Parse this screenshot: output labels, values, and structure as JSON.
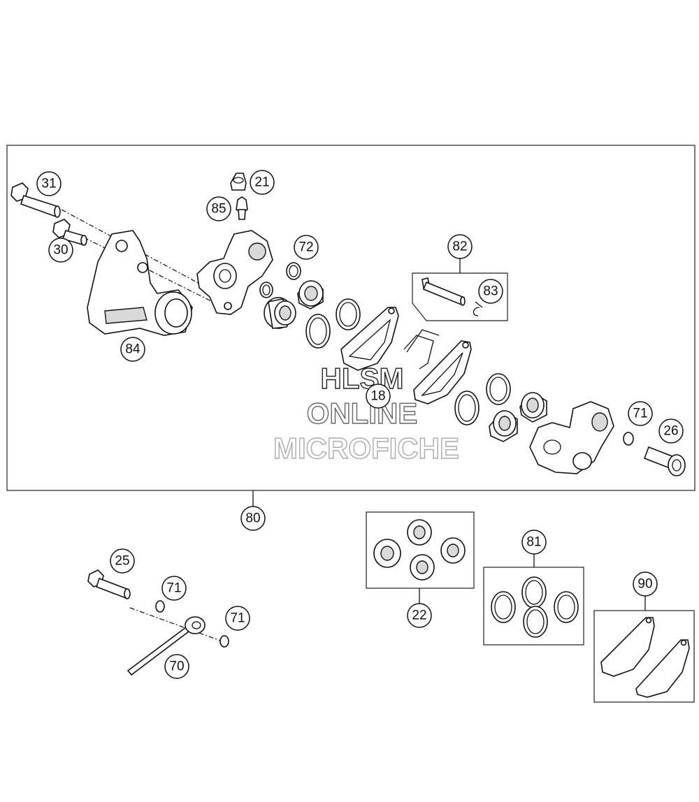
{
  "diagram": {
    "callouts": [
      {
        "id": "c31",
        "label": "31"
      },
      {
        "id": "c21",
        "label": "21"
      },
      {
        "id": "c85",
        "label": "85"
      },
      {
        "id": "c30",
        "label": "30"
      },
      {
        "id": "c72",
        "label": "72"
      },
      {
        "id": "c82",
        "label": "82"
      },
      {
        "id": "c83",
        "label": "83"
      },
      {
        "id": "c84",
        "label": "84"
      },
      {
        "id": "c18",
        "label": "18"
      },
      {
        "id": "c71a",
        "label": "71"
      },
      {
        "id": "c26",
        "label": "26"
      },
      {
        "id": "c80",
        "label": "80"
      },
      {
        "id": "c25",
        "label": "25"
      },
      {
        "id": "c71b",
        "label": "71"
      },
      {
        "id": "c71c",
        "label": "71"
      },
      {
        "id": "c70",
        "label": "70"
      },
      {
        "id": "c22",
        "label": "22"
      },
      {
        "id": "c81",
        "label": "81"
      },
      {
        "id": "c90",
        "label": "90"
      }
    ]
  },
  "watermark": {
    "line1": "HLSM",
    "line2": "ONLINE",
    "line3": "MICROFICHE"
  }
}
